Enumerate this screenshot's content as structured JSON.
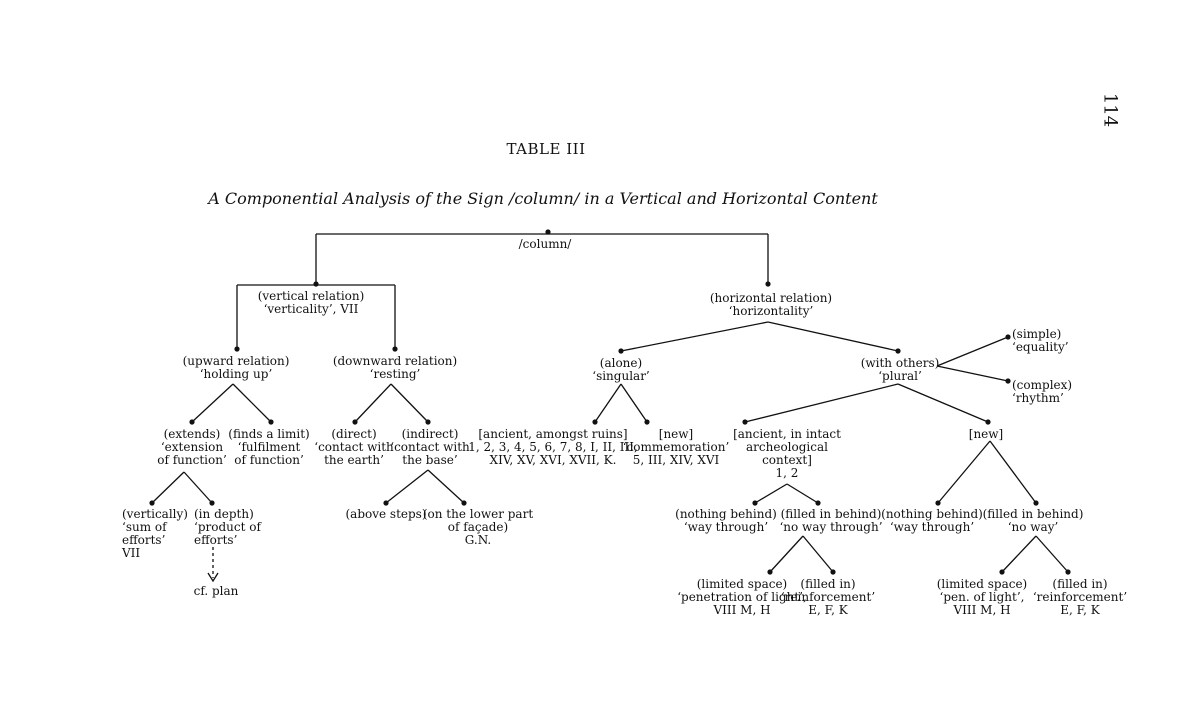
{
  "page_number": "114",
  "title": "TABLE III",
  "subtitle": "A Componential Analysis of the Sign /column/ in a Vertical and Horizontal Content",
  "nodes": {
    "root": [
      "/column/"
    ],
    "vertical": [
      "(vertical relation)",
      "‘verticality’, VII"
    ],
    "horizontal": [
      "(horizontal relation)",
      "‘horizontality’"
    ],
    "upward": [
      "(upward relation)",
      "‘holding up’"
    ],
    "downward": [
      "(downward relation)",
      "‘resting’"
    ],
    "alone": [
      "(alone)",
      "‘singular’"
    ],
    "with_others": [
      "(with others)",
      "‘plural’"
    ],
    "simple": [
      "(simple)",
      "‘equality’"
    ],
    "complex": [
      "(complex)",
      "‘rhythm’"
    ],
    "extends": [
      "(extends)",
      "‘extension",
      "of function’"
    ],
    "finds_limit": [
      "(finds a limit)",
      "‘fulfilment",
      "of function’"
    ],
    "direct": [
      "(direct)",
      "‘contact with",
      "the earth’"
    ],
    "indirect": [
      "(indirect)",
      "‘contact with",
      "the base’"
    ],
    "ancient_ruins": [
      "[ancient, amongst ruins]",
      "1, 2, 3, 4, 5, 6, 7, 8, I, II, III,",
      "XIV, XV, XVI, XVII, K."
    ],
    "new_alone": [
      "[new]",
      "‘commemoration’",
      "5, III, XIV, XVI"
    ],
    "ancient_intact": [
      "[ancient, in intact",
      "archeological",
      "context]",
      "1, 2"
    ],
    "new_plural": [
      "[new]"
    ],
    "vertically": [
      "(vertically)",
      "‘sum of",
      "efforts’",
      "VII"
    ],
    "in_depth": [
      "(in depth)",
      "‘product of",
      "efforts’"
    ],
    "cf_plan": [
      "cf. plan"
    ],
    "above_steps": [
      "(above steps)"
    ],
    "lower_facade": [
      "(on the lower part",
      "of façade)",
      "G.N."
    ],
    "nothing_behind_1": [
      "(nothing behind)",
      "‘way through’"
    ],
    "filled_behind_1": [
      "(filled in behind)",
      "‘no way through’"
    ],
    "nothing_behind_2": [
      "(nothing behind)",
      "‘way through’"
    ],
    "filled_behind_2": [
      "(filled in behind)",
      "‘no way’"
    ],
    "limited_space_1": [
      "(limited space)",
      "‘penetration of light’,",
      "VIII M, H"
    ],
    "filled_in_1": [
      "(filled in)",
      "‘reinforcement’",
      "E, F, K"
    ],
    "limited_space_2": [
      "(limited space)",
      "‘pen. of light’,",
      "VIII M, H"
    ],
    "filled_in_2": [
      "(filled in)",
      "‘reinforcement’",
      "E, F, K"
    ]
  }
}
